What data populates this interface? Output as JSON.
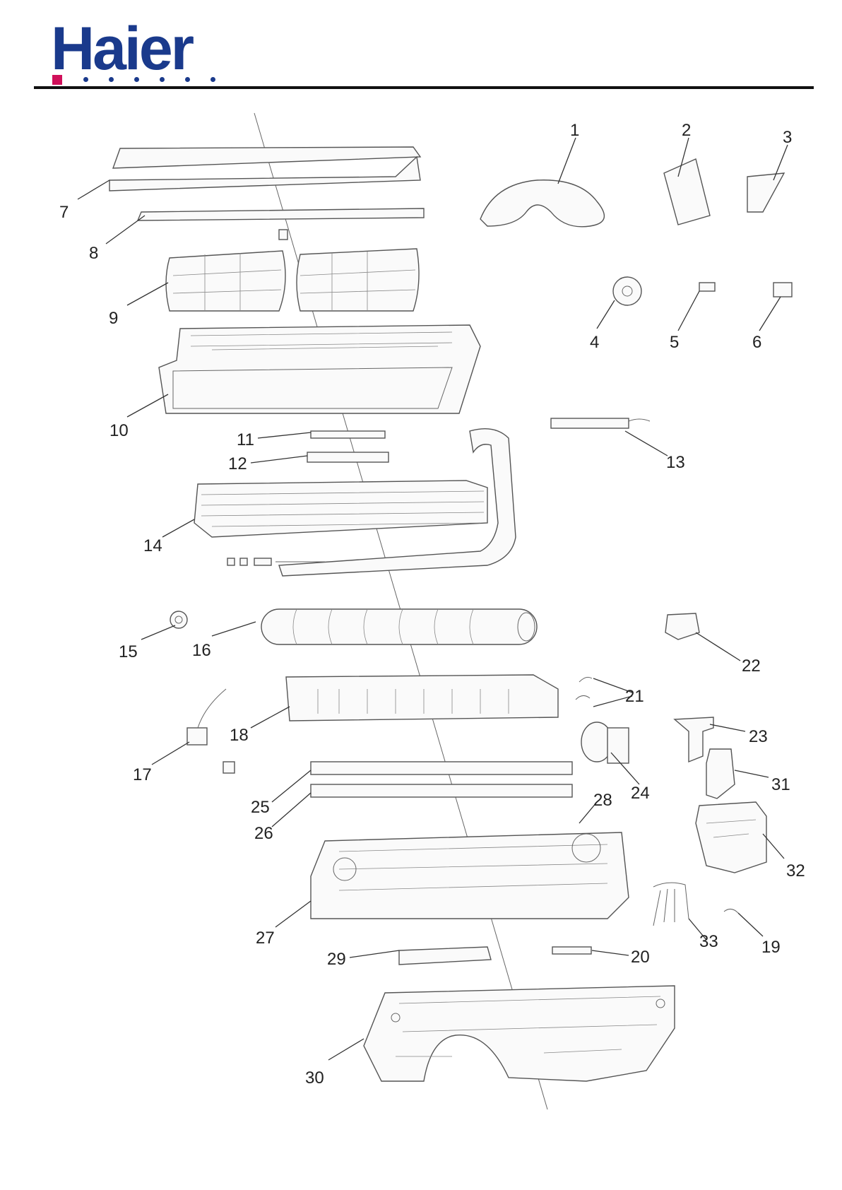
{
  "brand": {
    "name": "Haier",
    "color": "#1a3a8c",
    "accent": "#d0105a",
    "dot_color": "#1a3a8c"
  },
  "callouts": [
    "1",
    "2",
    "3",
    "4",
    "5",
    "6",
    "7",
    "8",
    "9",
    "10",
    "11",
    "12",
    "13",
    "14",
    "15",
    "16",
    "17",
    "18",
    "19",
    "20",
    "21",
    "22",
    "23",
    "24",
    "25",
    "26",
    "27",
    "28",
    "29",
    "30",
    "31",
    "32",
    "33"
  ]
}
